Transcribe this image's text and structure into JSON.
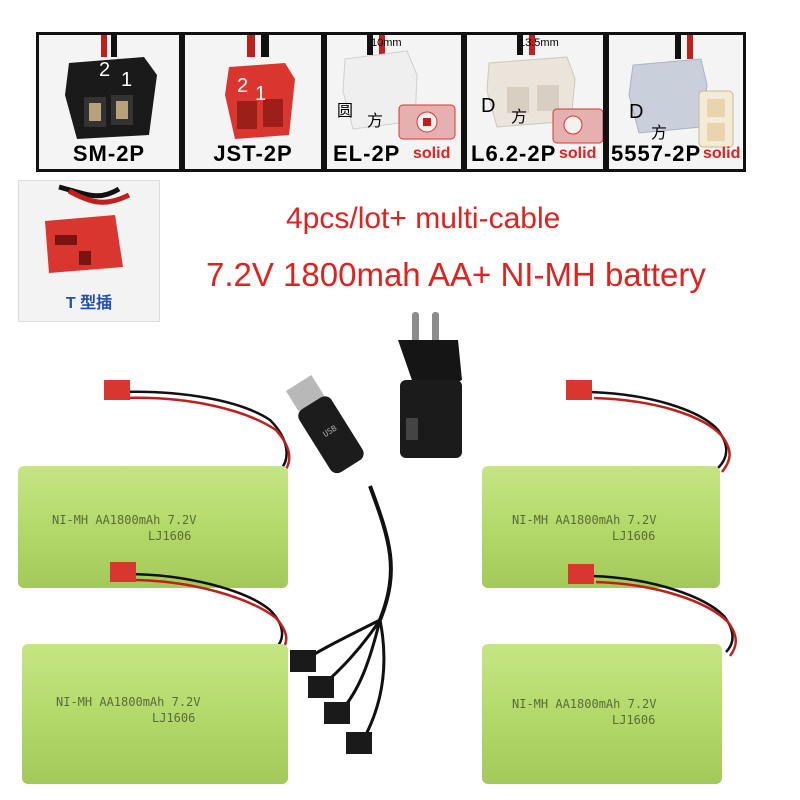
{
  "connectors": [
    {
      "label": "SM-2P",
      "pins": [
        "2",
        "1"
      ]
    },
    {
      "label": "JST-2P",
      "pins": [
        "2",
        "1"
      ]
    },
    {
      "label": "EL-2P",
      "dim": "10mm",
      "chars": [
        "圆",
        "方"
      ],
      "solid": "solid"
    },
    {
      "label": "L6.2-2P",
      "dim": "13.5mm",
      "chars": [
        "D",
        "方"
      ],
      "solid": "solid"
    },
    {
      "label": "5557-2P",
      "chars": [
        "D",
        "方"
      ],
      "solid": "solid"
    }
  ],
  "t_plug": {
    "label": "T 型插"
  },
  "headline": {
    "line1": "4pcs/lot+ multi-cable",
    "line2": "7.2V 1800mah AA+ NI-MH  battery"
  },
  "battery_label": {
    "line1": "NI-MH AA1800mAh 7.2V",
    "line2": "LJ1606"
  },
  "charger": {
    "usb_text": "USB"
  },
  "colors": {
    "accent_red": "#e0221e",
    "battery_green": "#b3d96a",
    "connector_red": "#d9362f",
    "t_plug_blue": "#1f4fb5"
  }
}
